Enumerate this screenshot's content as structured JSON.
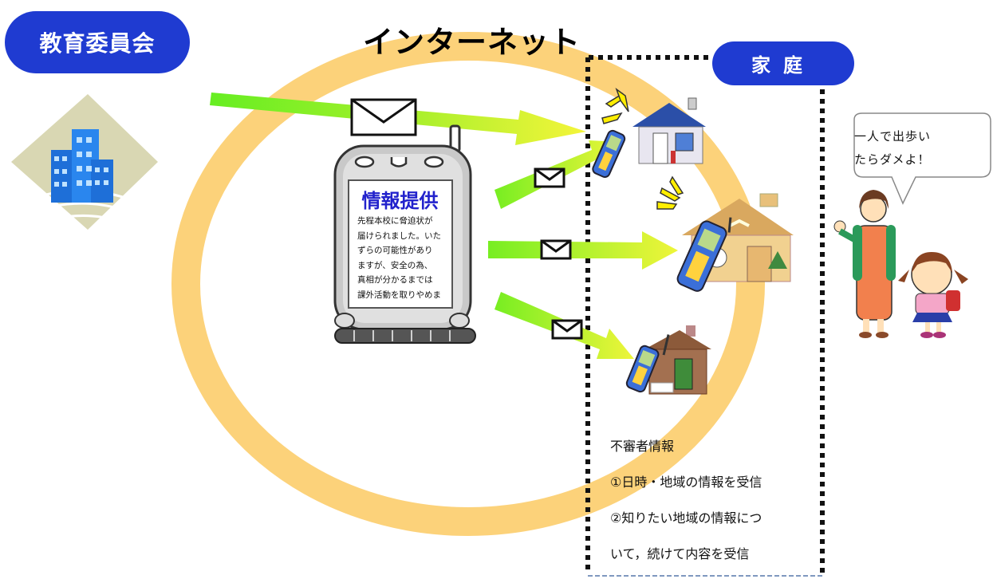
{
  "board": {
    "label": "教育委員会"
  },
  "network": {
    "label": "インターネット"
  },
  "home": {
    "label": "家庭"
  },
  "phone": {
    "screen_title": "情報提供",
    "screen_lines": [
      "先程本校に脅迫状が",
      "届けられました。いた",
      "ずらの可能性があり",
      "ますが、安全の為、",
      "真相が分かるまでは",
      "課外活動を取りやめま"
    ]
  },
  "info": {
    "heading": "不審者情報",
    "item1": "①日時・地域の情報を受信",
    "item2_line1": "②知りたい地域の情報につ",
    "item2_line2": "いて，続けて内容を受信"
  },
  "speech": {
    "line1": "一人で出歩い",
    "line2": "たらダメよ！"
  },
  "colors": {
    "pill": "#1f3bd1",
    "ring": "#fcd27a",
    "arrow_start": "#66ee22",
    "arrow_end": "#ffff55"
  },
  "icons": [
    "office-building-icon",
    "envelope-icon",
    "house-icon",
    "cellphone-icon",
    "mother-icon",
    "girl-icon",
    "alert-icon"
  ]
}
